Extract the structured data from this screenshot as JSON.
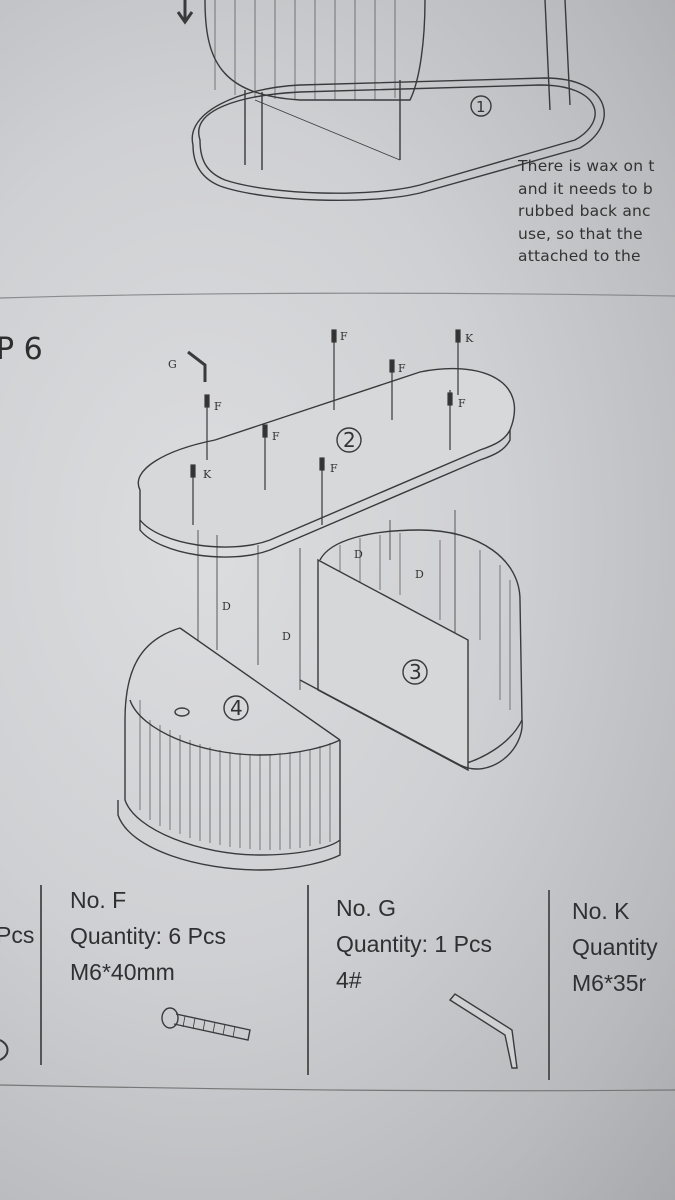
{
  "note": {
    "lines": [
      "There is wax on t",
      "and it needs to b",
      "rubbed back anc",
      "use, so that the",
      "attached to the"
    ]
  },
  "step": {
    "label": "P 6"
  },
  "diagram": {
    "parts": [
      "1",
      "2",
      "3",
      "4"
    ],
    "screw_labels": {
      "F": "F",
      "K": "K",
      "G": "G",
      "D": "D"
    }
  },
  "hardware": {
    "partial_left": {
      "quantity_tail": "Pcs"
    },
    "items": [
      {
        "number": "No. F",
        "quantity": "Quantity: 6 Pcs",
        "spec": "M6*40mm",
        "icon": "screw-icon"
      },
      {
        "number": "No. G",
        "quantity": "Quantity: 1 Pcs",
        "spec": "4#",
        "icon": "allen-key-icon"
      },
      {
        "number": "No. K",
        "quantity": "Quantity",
        "spec": "M6*35r",
        "icon": "screw-icon"
      }
    ]
  },
  "colors": {
    "paper": "#d2d3d6",
    "ink": "#2b2b2e"
  }
}
